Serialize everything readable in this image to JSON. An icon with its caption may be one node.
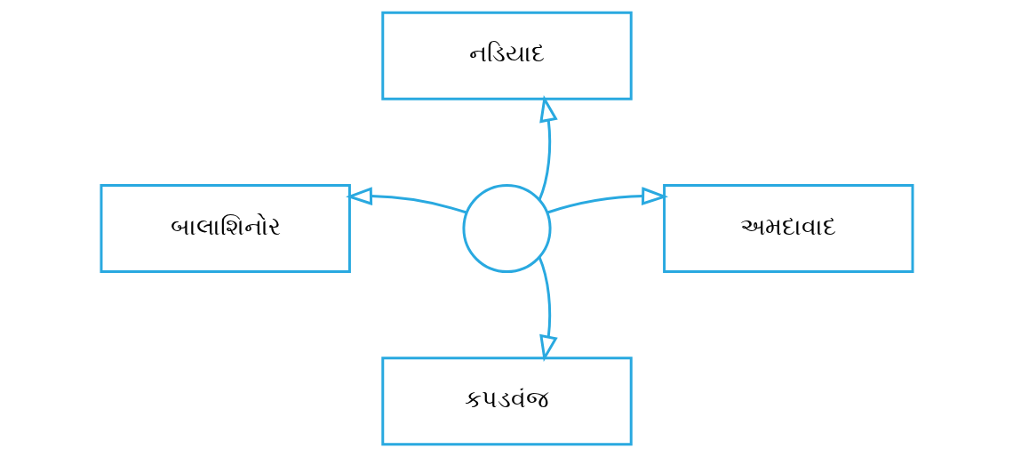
{
  "diagram": {
    "nodes": [
      {
        "text": [
          "નડિયાદ"
        ]
      },
      {
        "text": [
          "બાલાશિનોર"
        ]
      },
      {
        "text": [],
        "shape": "circle"
      },
      {
        "text": [
          "અમદાવાદ"
        ]
      },
      {
        "text": [
          "કપડવંજ"
        ]
      }
    ],
    "edges": [
      {
        "from": 2,
        "to": 0,
        "arrow": "to"
      },
      {
        "from": 2,
        "to": 1,
        "arrow": "to"
      },
      {
        "from": 2,
        "to": 3,
        "arrow": "to"
      },
      {
        "from": 2,
        "to": 4,
        "arrow": "to"
      }
    ]
  }
}
